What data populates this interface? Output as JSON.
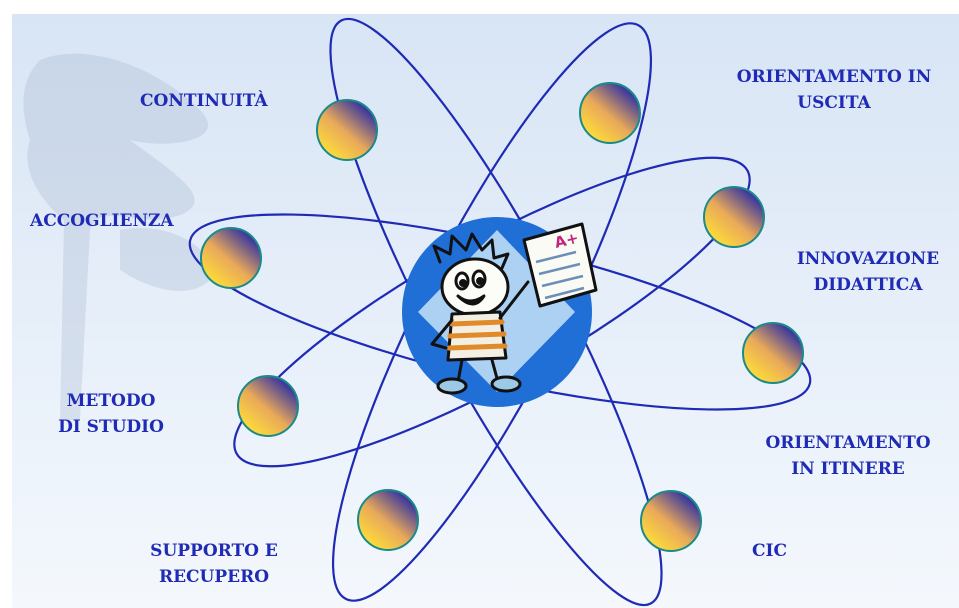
{
  "diagram": {
    "labels": {
      "continuita": [
        "CONTINUITÀ"
      ],
      "orientamento_uscita": [
        "ORIENTAMENTO IN",
        "USCITA"
      ],
      "accoglienza": [
        "ACCOGLIENZA"
      ],
      "innovazione": [
        "INNOVAZIONE",
        "DIDATTICA"
      ],
      "metodo": [
        "METODO",
        "DI STUDIO"
      ],
      "orientamento_itinere": [
        "ORIENTAMENTO",
        "IN ITINERE"
      ],
      "supporto": [
        "SUPPORTO E",
        "RECUPERO"
      ],
      "cic": [
        "CIC"
      ]
    },
    "center_badge": "A+",
    "colors": {
      "label_text": "#1f2ab5",
      "orbit": "#1f2ab5",
      "nucleus": "#1f6fd6",
      "sphere_light": "#fbcf3a",
      "sphere_dark": "#3d3a9c",
      "background_top": "#dde9f7",
      "background_bottom": "#f3f7fc"
    }
  }
}
